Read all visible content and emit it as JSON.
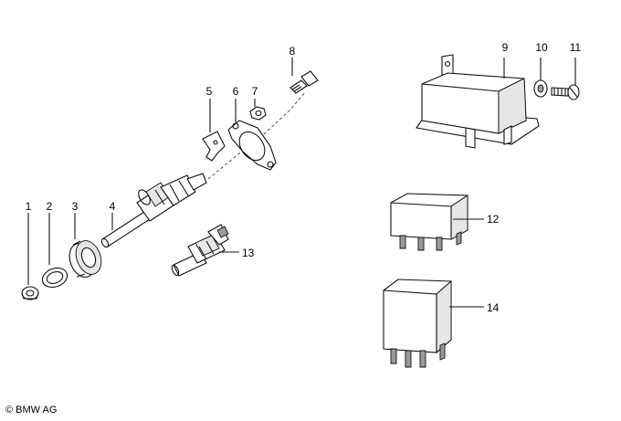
{
  "diagram": {
    "callouts": [
      {
        "id": "1",
        "label": "1"
      },
      {
        "id": "2",
        "label": "2"
      },
      {
        "id": "3",
        "label": "3"
      },
      {
        "id": "4",
        "label": "4"
      },
      {
        "id": "5",
        "label": "5"
      },
      {
        "id": "6",
        "label": "6"
      },
      {
        "id": "7",
        "label": "7"
      },
      {
        "id": "8",
        "label": "8"
      },
      {
        "id": "9",
        "label": "9"
      },
      {
        "id": "10",
        "label": "10"
      },
      {
        "id": "11",
        "label": "11"
      },
      {
        "id": "12",
        "label": "12"
      },
      {
        "id": "13",
        "label": "13"
      },
      {
        "id": "14",
        "label": "14"
      }
    ],
    "copyright": "© BMW AG"
  }
}
